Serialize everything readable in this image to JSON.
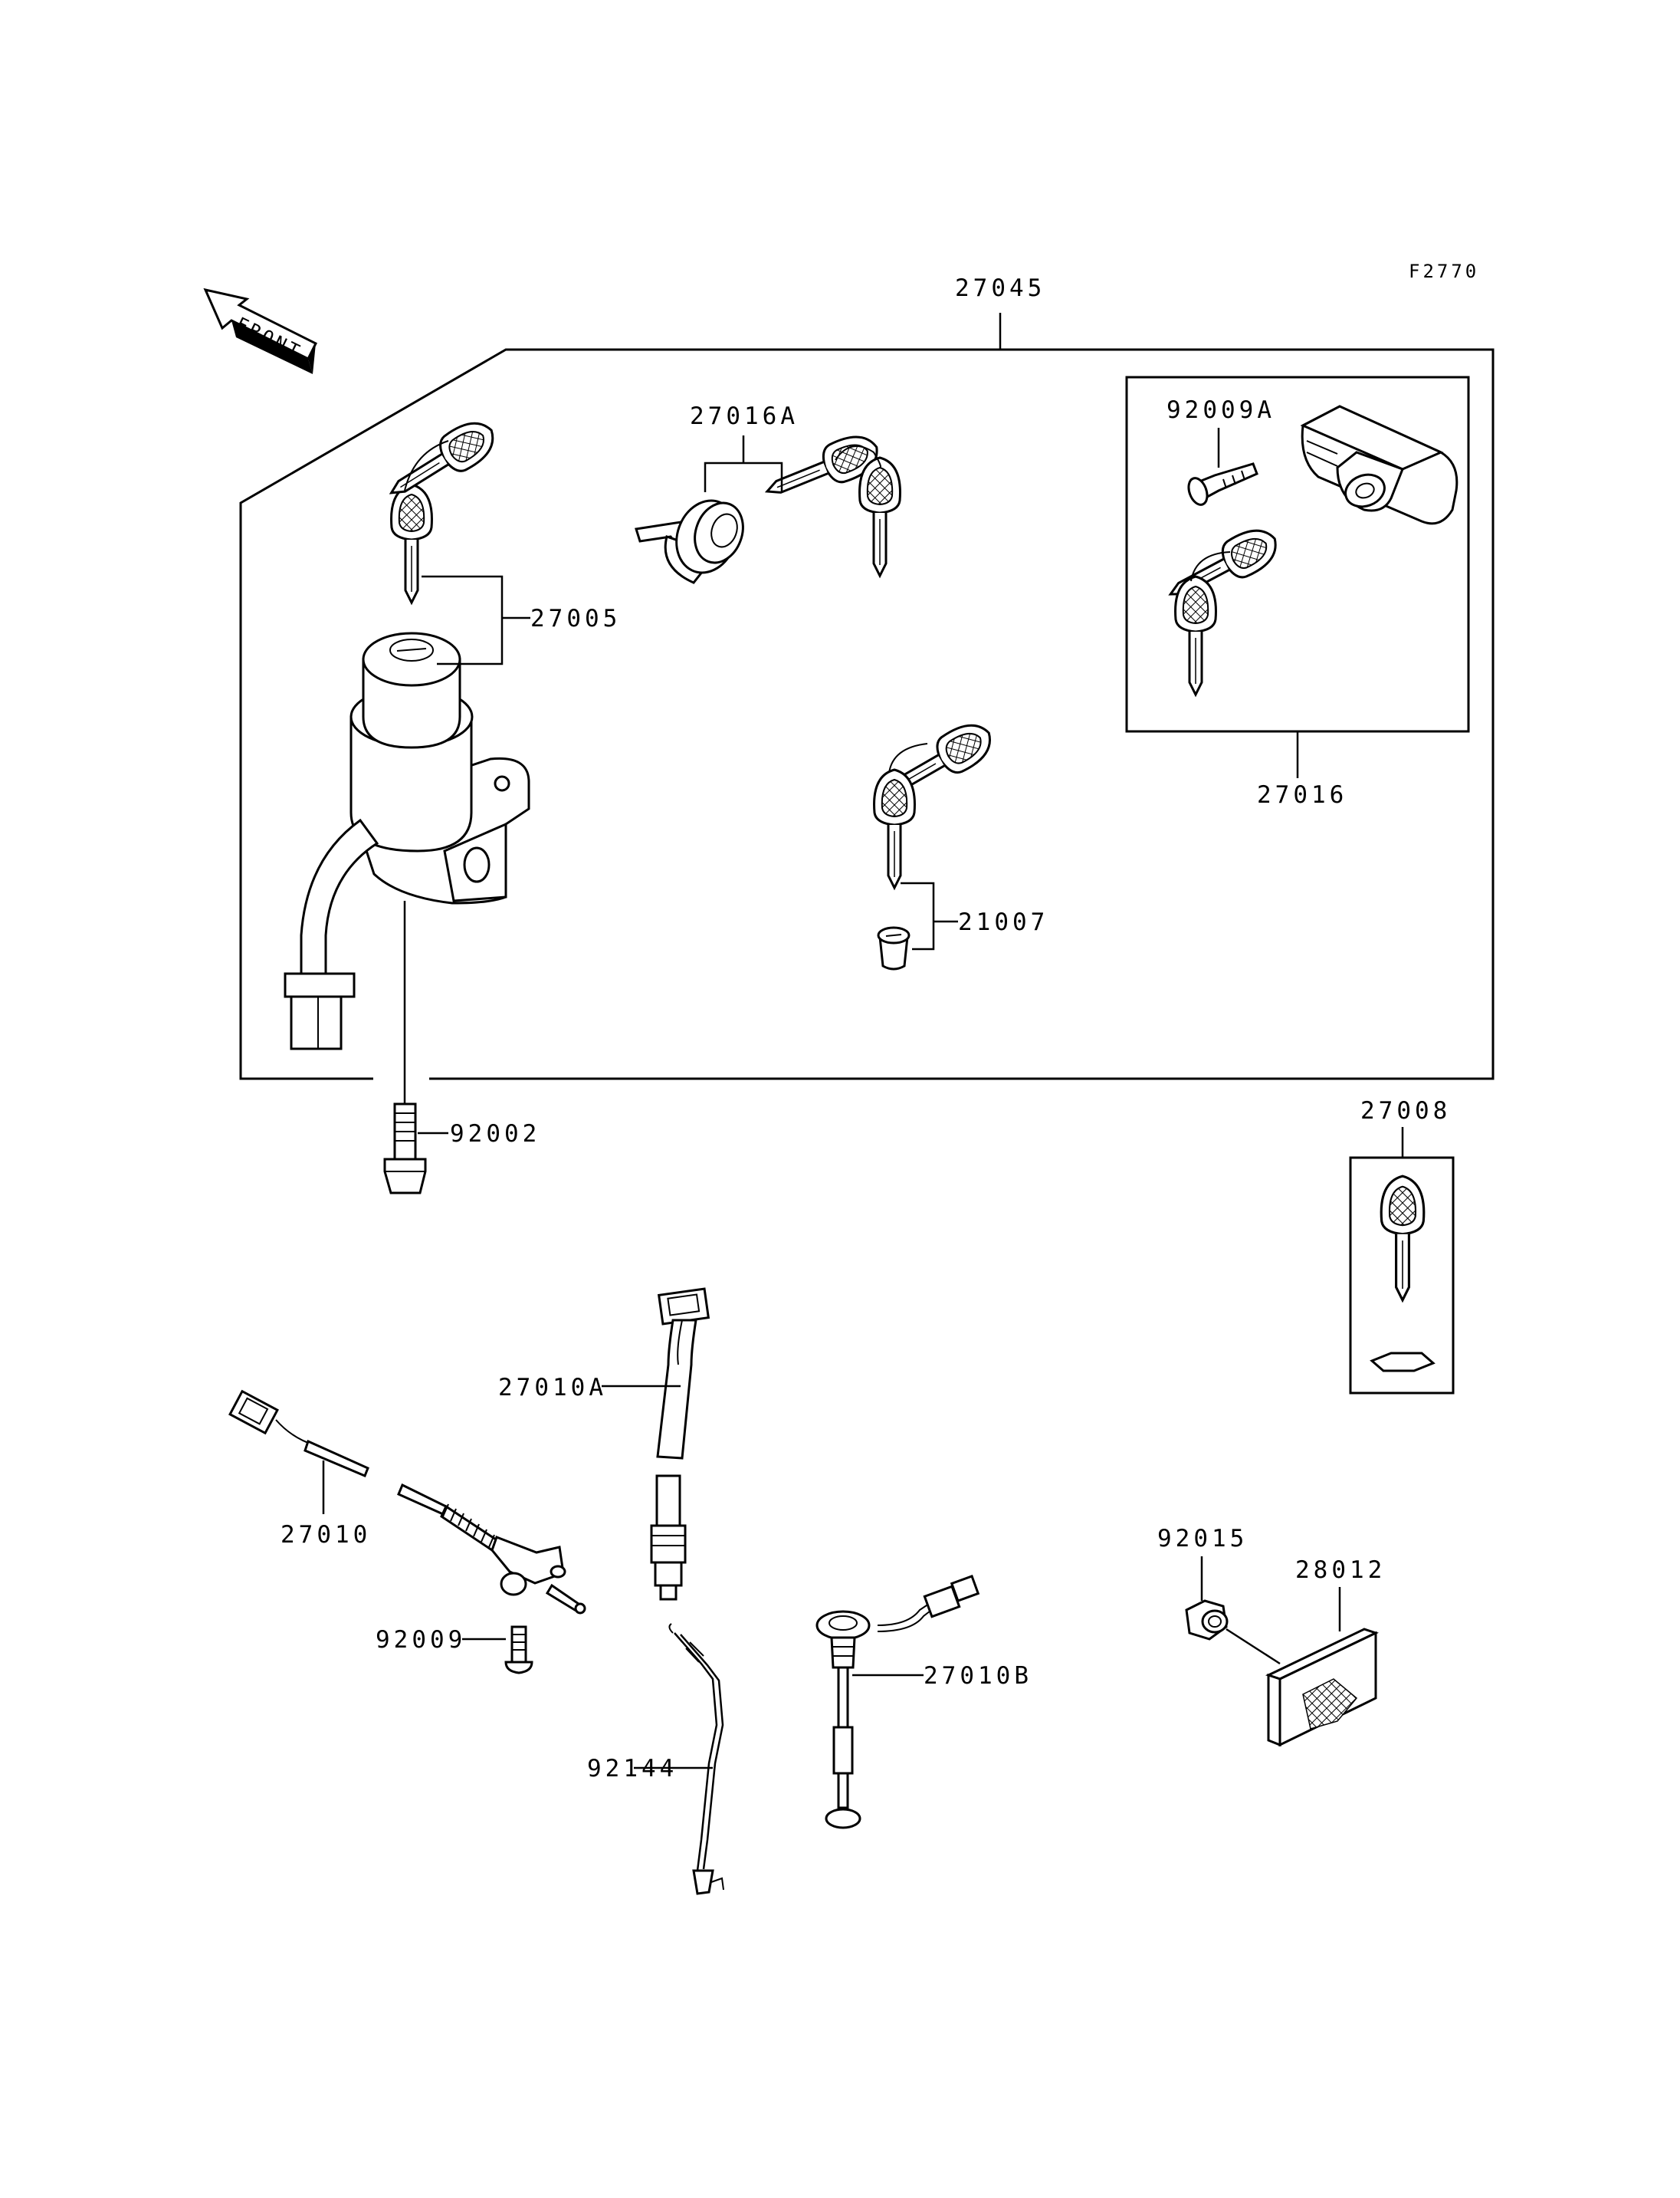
{
  "diagram": {
    "code": "F2770",
    "front_label": "FRONT",
    "parts": {
      "p27045": "27045",
      "p27016A": "27016A",
      "p92009A": "92009A",
      "p27005": "27005",
      "p27016": "27016",
      "p21007": "21007",
      "p92002": "92002",
      "p27008": "27008",
      "p27010A": "27010A",
      "p27010": "27010",
      "p92015": "92015",
      "p28012": "28012",
      "p92009": "92009",
      "p27010B": "27010B",
      "p92144": "92144"
    }
  }
}
